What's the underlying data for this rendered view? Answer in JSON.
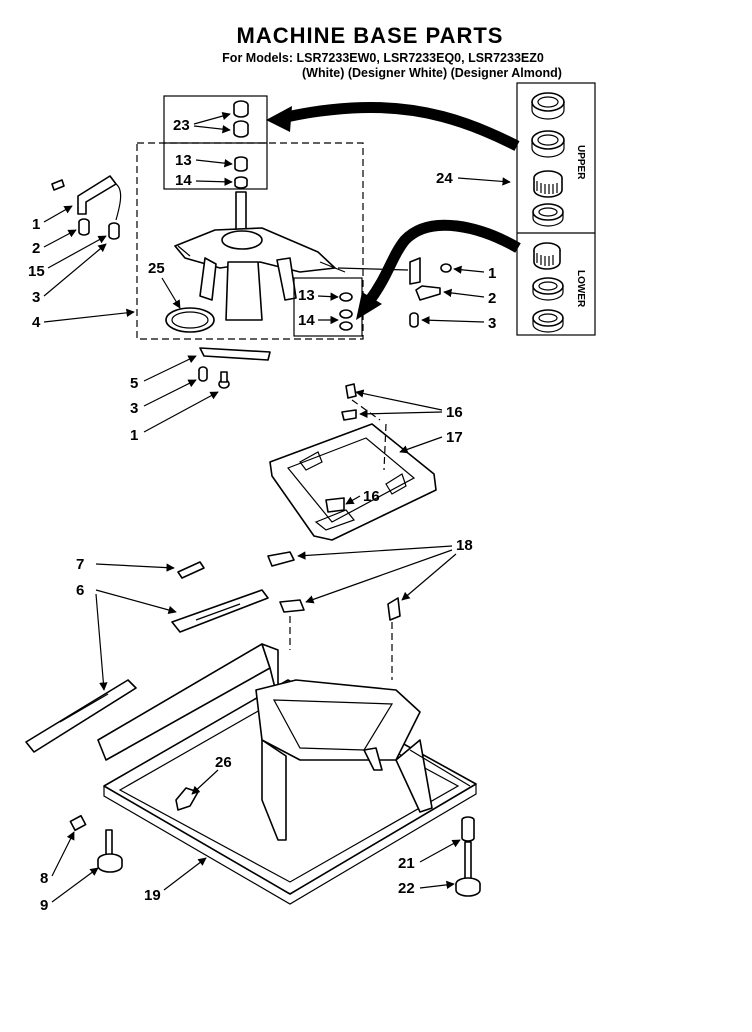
{
  "title": "MACHINE BASE PARTS",
  "models_line": "For Models: LSR7233EW0, LSR7233EQ0, LSR7233EZ0",
  "colors_line": "(White) (Designer White) (Designer Almond)",
  "side_labels": {
    "upper": "UPPER",
    "lower": "LOWER"
  },
  "callouts": {
    "p1a": "1",
    "p2a": "2",
    "p15": "15",
    "p3a": "3",
    "p4": "4",
    "p25": "25",
    "p23": "23",
    "p13a": "13",
    "p14a": "14",
    "p24": "24",
    "p13b": "13",
    "p14b": "14",
    "p1b": "1",
    "p2b": "2",
    "p3b": "3",
    "p5": "5",
    "p3c": "3",
    "p1c": "1",
    "p16a": "16",
    "p17": "17",
    "p16b": "16",
    "p7": "7",
    "p6": "6",
    "p18": "18",
    "p26": "26",
    "p8": "8",
    "p9": "9",
    "p19": "19",
    "p21": "21",
    "p22": "22"
  }
}
